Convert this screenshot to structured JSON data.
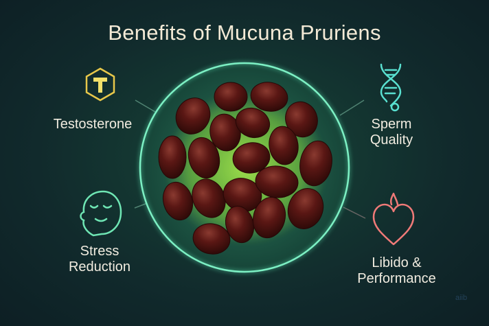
{
  "title": "Benefits of Mucuna Pruriens",
  "center": {
    "image": "mucuna-pruriens-seeds",
    "ring_color": "#5ee6b4",
    "glow_color": "#9be04a",
    "seed_color": "#4a1210",
    "seed_count": 21
  },
  "benefits": [
    {
      "id": "testosterone",
      "label": "Testosterone",
      "icon": "hexagon-t-icon",
      "color": "#e8c84a"
    },
    {
      "id": "sperm",
      "label_line1": "Sperm",
      "label_line2": "Quality",
      "icon": "dna-icon",
      "color": "#59e0d0"
    },
    {
      "id": "stress",
      "label_line1": "Stress",
      "label_line2": "Reduction",
      "icon": "calm-face-icon",
      "color": "#6fe6b4"
    },
    {
      "id": "libido",
      "label_line1": "Libido &",
      "label_line2": "Performance",
      "icon": "heart-flame-icon",
      "color": "#f07a78"
    }
  ],
  "watermark": "aiib"
}
